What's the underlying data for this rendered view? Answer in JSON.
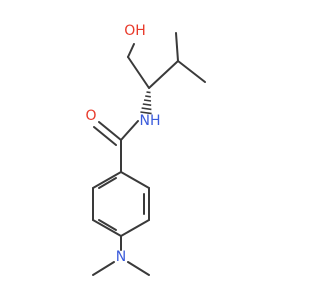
{
  "molecule": {
    "atoms": {
      "hydroxyl": {
        "label": "OH",
        "color": "#e8392a"
      },
      "amide_oxygen": {
        "label": "O",
        "color": "#e8392a"
      },
      "amide_nitrogen": {
        "label": "NH",
        "color": "#3b5bdb"
      },
      "amine_nitrogen": {
        "label": "N",
        "color": "#3b5bdb"
      }
    },
    "bond_color": "#3a3a3a"
  }
}
